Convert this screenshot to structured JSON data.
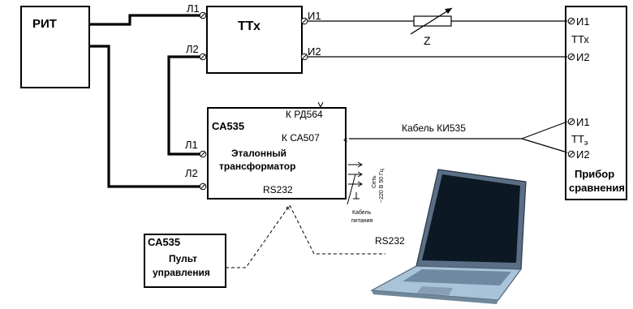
{
  "rit": {
    "label": "РИТ"
  },
  "ttx": {
    "label": "ТТх",
    "terminal_l1": "Л1",
    "terminal_l2": "Л2",
    "terminal_i1": "И1",
    "terminal_i2": "И2"
  },
  "impedance": {
    "label": "Z"
  },
  "device": {
    "i1_top": "И1",
    "ttx_label": "ТТх",
    "i2_top": "И2",
    "i1_bottom": "И1",
    "tte_label": "ТТ",
    "tte_sub": "э",
    "i2_bottom": "И2",
    "title_line1": "Прибор",
    "title_line2": "сравнения"
  },
  "ca535_box": {
    "model": "СА535",
    "port_rd": "К РД564",
    "port_ca507": "К СА507",
    "terminal_l1": "Л1",
    "terminal_l2": "Л2",
    "title_line1": "Эталонный",
    "title_line2": "трансформатор",
    "port_rs232": "RS232"
  },
  "power": {
    "net_line1": "Сеть",
    "net_line2": "~220 В 50 Гц",
    "cable_line1": "Кабель",
    "cable_line2": "питания"
  },
  "cable_ki535": {
    "label": "Кабель КИ535"
  },
  "remote": {
    "model": "СА535",
    "line1": "Пульт",
    "line2": "управления"
  },
  "laptop_link": {
    "label": "RS232"
  },
  "colors": {
    "laptop_lid": "#5a6f86",
    "laptop_screen": "#0c1824",
    "laptop_base": "#a9c3d8"
  }
}
